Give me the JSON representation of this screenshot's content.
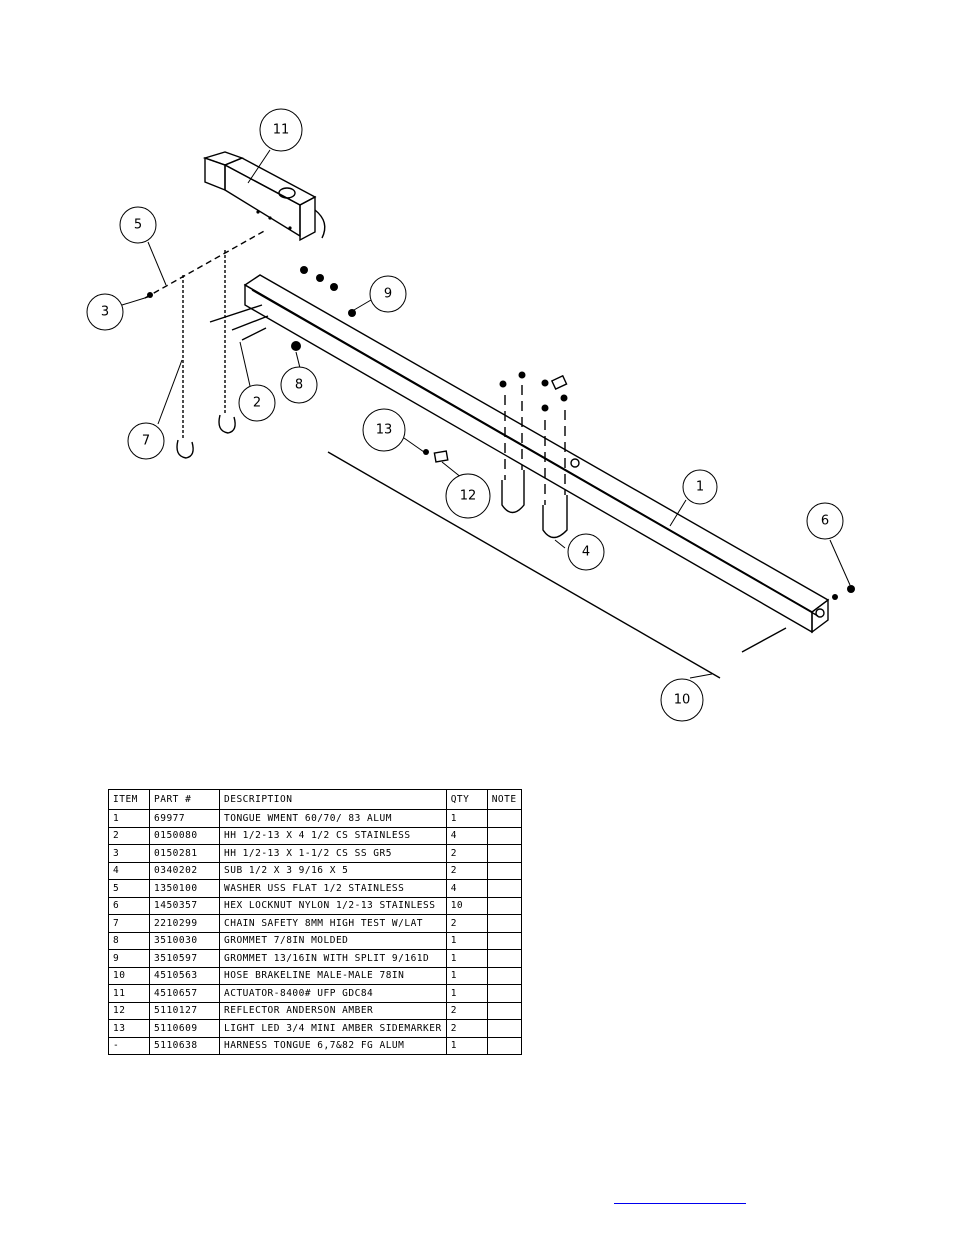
{
  "callouts": [
    "1",
    "2",
    "3",
    "4",
    "5",
    "6",
    "7",
    "8",
    "9",
    "10",
    "11",
    "12",
    "13"
  ],
  "table": {
    "headers": [
      "ITEM",
      "PART #",
      "DESCRIPTION",
      "QTY",
      "NOTE"
    ],
    "rows": [
      [
        "1",
        "69977",
        "TONGUE WMENT 60/70/ 83 ALUM",
        "1",
        ""
      ],
      [
        "2",
        "0150080",
        "HH 1/2-13 X 4 1/2 CS STAINLESS",
        "4",
        ""
      ],
      [
        "3",
        "0150281",
        "HH 1/2-13 X 1-1/2 CS SS GR5",
        "2",
        ""
      ],
      [
        "4",
        "0340202",
        "SUB 1/2 X 3 9/16 X 5",
        "2",
        ""
      ],
      [
        "5",
        "1350100",
        "WASHER USS FLAT 1/2 STAINLESS",
        "4",
        ""
      ],
      [
        "6",
        "1450357",
        "HEX LOCKNUT NYLON 1/2-13 STAINLESS",
        "10",
        ""
      ],
      [
        "7",
        "2210299",
        "CHAIN SAFETY 8MM HIGH TEST W/LAT",
        "2",
        ""
      ],
      [
        "8",
        "3510030",
        "GROMMET  7/8IN MOLDED",
        "1",
        ""
      ],
      [
        "9",
        "3510597",
        "GROMMET 13/16IN  WITH SPLIT 9/161D",
        "1",
        ""
      ],
      [
        "10",
        "4510563",
        "HOSE BRAKELINE MALE-MALE 78IN",
        "1",
        ""
      ],
      [
        "11",
        "4510657",
        "ACTUATOR-8400# UFP GDC84",
        "1",
        ""
      ],
      [
        "12",
        "5110127",
        "REFLECTOR ANDERSON AMBER",
        "2",
        ""
      ],
      [
        "13",
        "5110609",
        "LIGHT LED 3/4 MINI AMBER SIDEMARKER",
        "2",
        ""
      ],
      [
        "-",
        "5110638",
        "HARNESS  TONGUE 6,7&82 FG ALUM",
        "1",
        ""
      ]
    ]
  },
  "colors": {
    "line": "#000000",
    "link": "#0000ee"
  }
}
